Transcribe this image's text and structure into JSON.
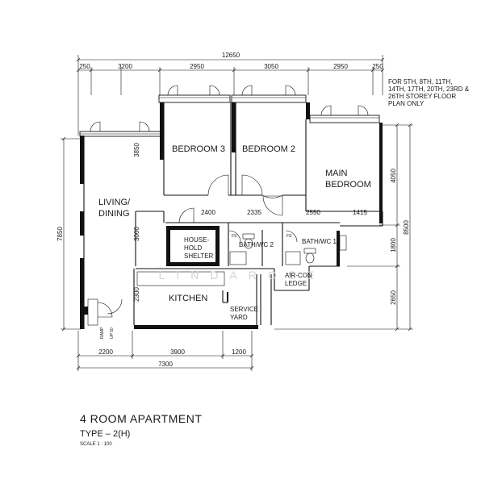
{
  "dimensions": {
    "total_width": "12650",
    "top": [
      "250",
      "3200",
      "2950",
      "3050",
      "2950",
      "250"
    ],
    "bottom": [
      "2200",
      "3900",
      "1200"
    ],
    "bottom_total": "7300",
    "left_total": "7850",
    "right_total": "8500",
    "right": [
      "4050",
      "1800",
      "2650"
    ],
    "inner_v": [
      "3850",
      "3000",
      "2300"
    ],
    "inner_h": [
      "2400",
      "2335",
      "2550",
      "1415"
    ]
  },
  "rooms": {
    "bedroom3": "BEDROOM  3",
    "bedroom2": "BEDROOM  2",
    "main_bedroom": [
      "MAIN",
      "BEDROOM"
    ],
    "living": [
      "LIVING/",
      "DINING"
    ],
    "household_shelter": [
      "HOUSE-",
      "HOLD",
      "SHELTER"
    ],
    "bath2": "BATH/WC 2",
    "bath1": "BATH/WC 1",
    "aircon": [
      "AIR-CON",
      "LEDGE"
    ],
    "kitchen": "KITCHEN",
    "service_yard": [
      "SERVICE",
      "YARD"
    ],
    "ramp": [
      "RAMP",
      "UP 50"
    ],
    "fs": "FS"
  },
  "note": [
    "FOR 5TH, 8TH, 11TH,",
    "14TH, 17TH, 20TH, 23RD &",
    "26TH STOREY FLOOR",
    "PLAN ONLY"
  ],
  "watermark": "LINDAROSE",
  "title": {
    "main": "4 ROOM APARTMENT",
    "sub": "TYPE – 2(H)",
    "scale": "SCALE 1 : 100"
  }
}
